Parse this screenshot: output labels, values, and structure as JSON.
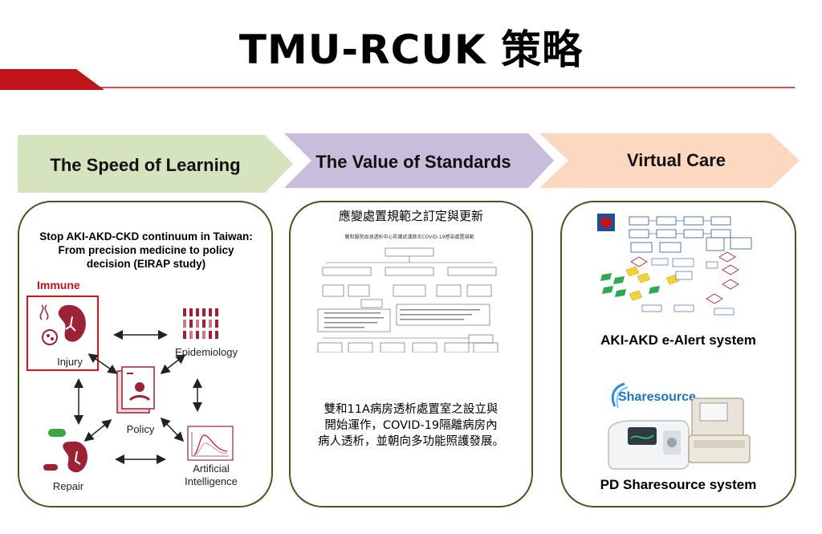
{
  "title": "TMU-RCUK 策略",
  "sections": [
    {
      "label": "The Speed of Learning",
      "color": "#d5e3bf"
    },
    {
      "label": "The Value of Standards",
      "color": "#c9bddc"
    },
    {
      "label": "Virtual Care",
      "color": "#fbd8bf"
    }
  ],
  "panel1": {
    "heading_lines": [
      "Stop AKI-AKD-CKD continuum in Taiwan:",
      "From precision medicine to policy",
      "decision (EIRAP study)"
    ],
    "immune_label": "Immune",
    "nodes": {
      "injury": "Injury",
      "epidemiology": "Epidemiology",
      "policy": "Policy",
      "repair": "Repair",
      "ai_line1": "Artificial",
      "ai_line2": "Intelligence"
    }
  },
  "panel2": {
    "heading": "應變處置規範之訂定與更新",
    "doc_title": "雙和醫院血液透析中心防護武漢肺炎COVID-19感染處置規範",
    "body_lines": [
      "雙和11A病房透析處置室之設立與",
      "開始運作，COVID-19隔離病房內",
      "病人透析，並朝向多功能照護發展。"
    ]
  },
  "panel3": {
    "label1": "AKI-AKD e-Alert system",
    "brand": "Sharesource",
    "label2": "PD Sharesource system"
  },
  "colors": {
    "accent_red": "#c0151b",
    "panel_border": "#3e5a1e",
    "icon_maroon": "#9b2335"
  }
}
